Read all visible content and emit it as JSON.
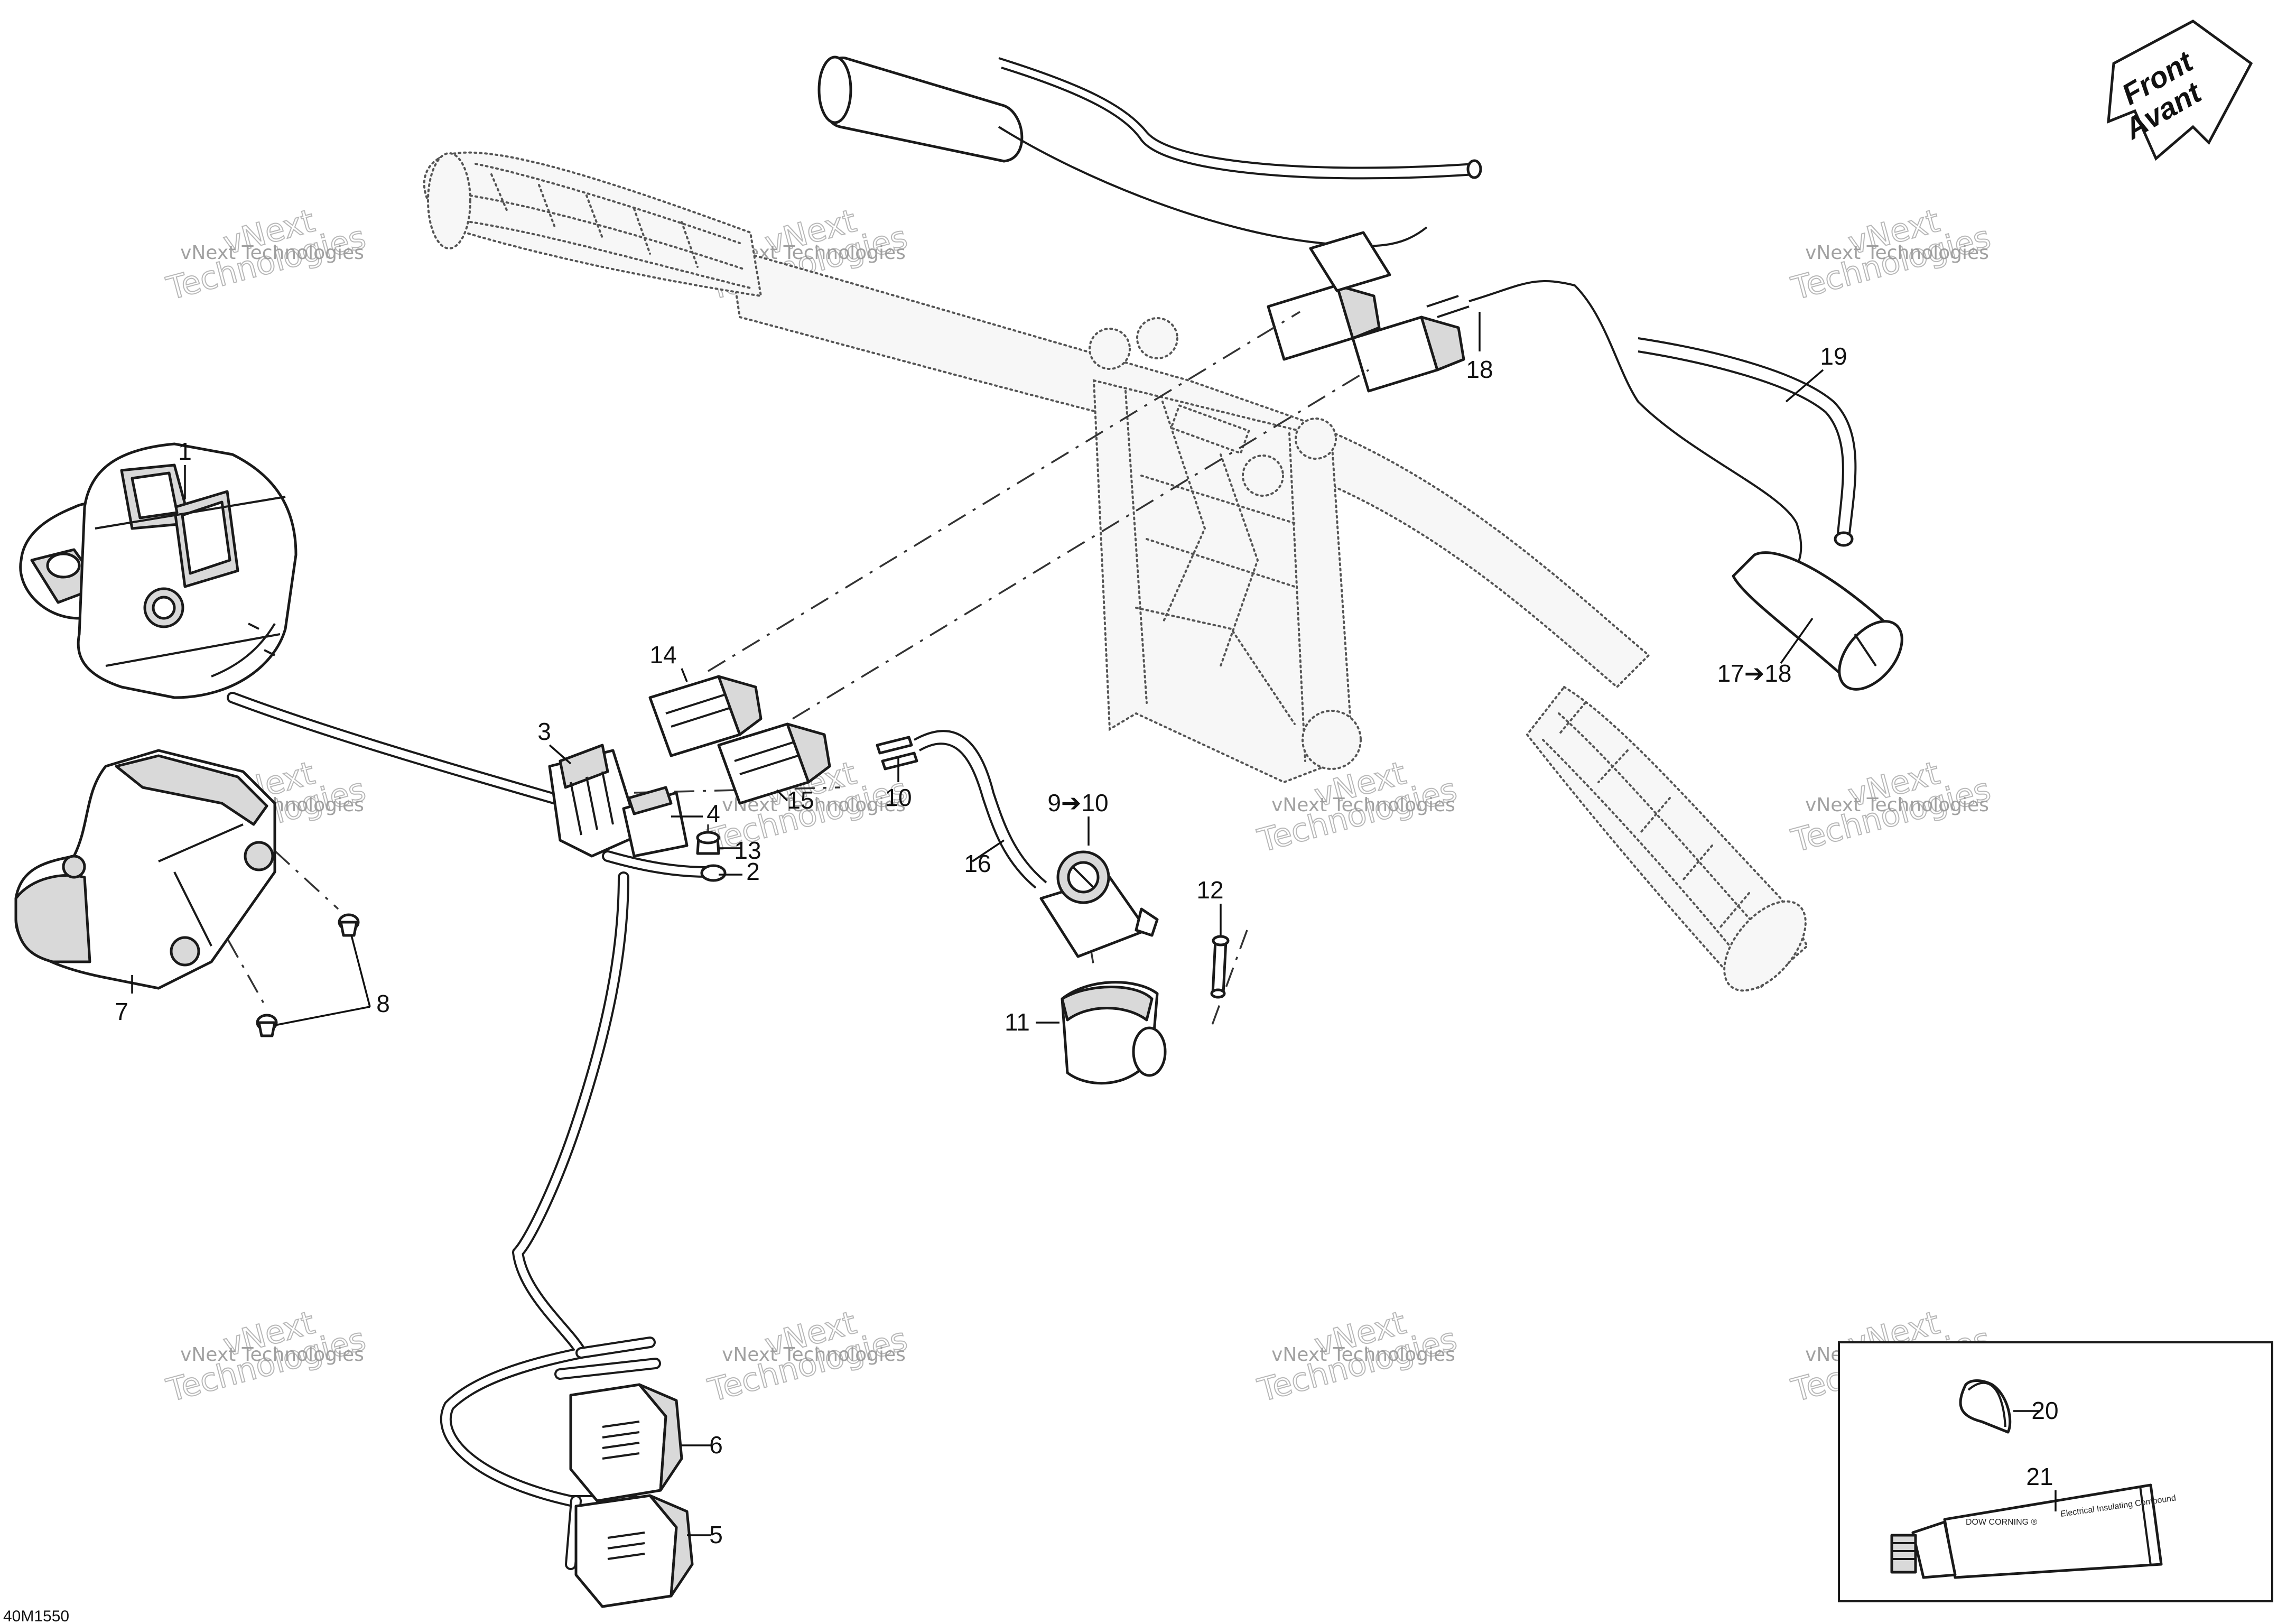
{
  "diagram": {
    "reference_code": "40M1550",
    "orientation_badge": {
      "line1": "Front",
      "line2": "Avant"
    },
    "watermark": {
      "small": "vNext Technologies",
      "large": "vNext\nTechnologies"
    },
    "callouts": [
      {
        "id": "1",
        "label": "1"
      },
      {
        "id": "2",
        "label": "2"
      },
      {
        "id": "3",
        "label": "3"
      },
      {
        "id": "4",
        "label": "4"
      },
      {
        "id": "5",
        "label": "5"
      },
      {
        "id": "6",
        "label": "6"
      },
      {
        "id": "7",
        "label": "7"
      },
      {
        "id": "8",
        "label": "8"
      },
      {
        "id": "9-10",
        "label": "9➔10"
      },
      {
        "id": "10",
        "label": "10"
      },
      {
        "id": "11",
        "label": "11"
      },
      {
        "id": "12",
        "label": "12"
      },
      {
        "id": "13",
        "label": "13"
      },
      {
        "id": "14",
        "label": "14"
      },
      {
        "id": "15",
        "label": "15"
      },
      {
        "id": "16",
        "label": "16"
      },
      {
        "id": "17-18",
        "label": "17➔18"
      },
      {
        "id": "18",
        "label": "18"
      },
      {
        "id": "19",
        "label": "19"
      },
      {
        "id": "20",
        "label": "20"
      },
      {
        "id": "21",
        "label": "21"
      }
    ],
    "tube_label": {
      "brand": "DOW CORNING ®",
      "product": "Electrical Insulating Compound"
    }
  }
}
